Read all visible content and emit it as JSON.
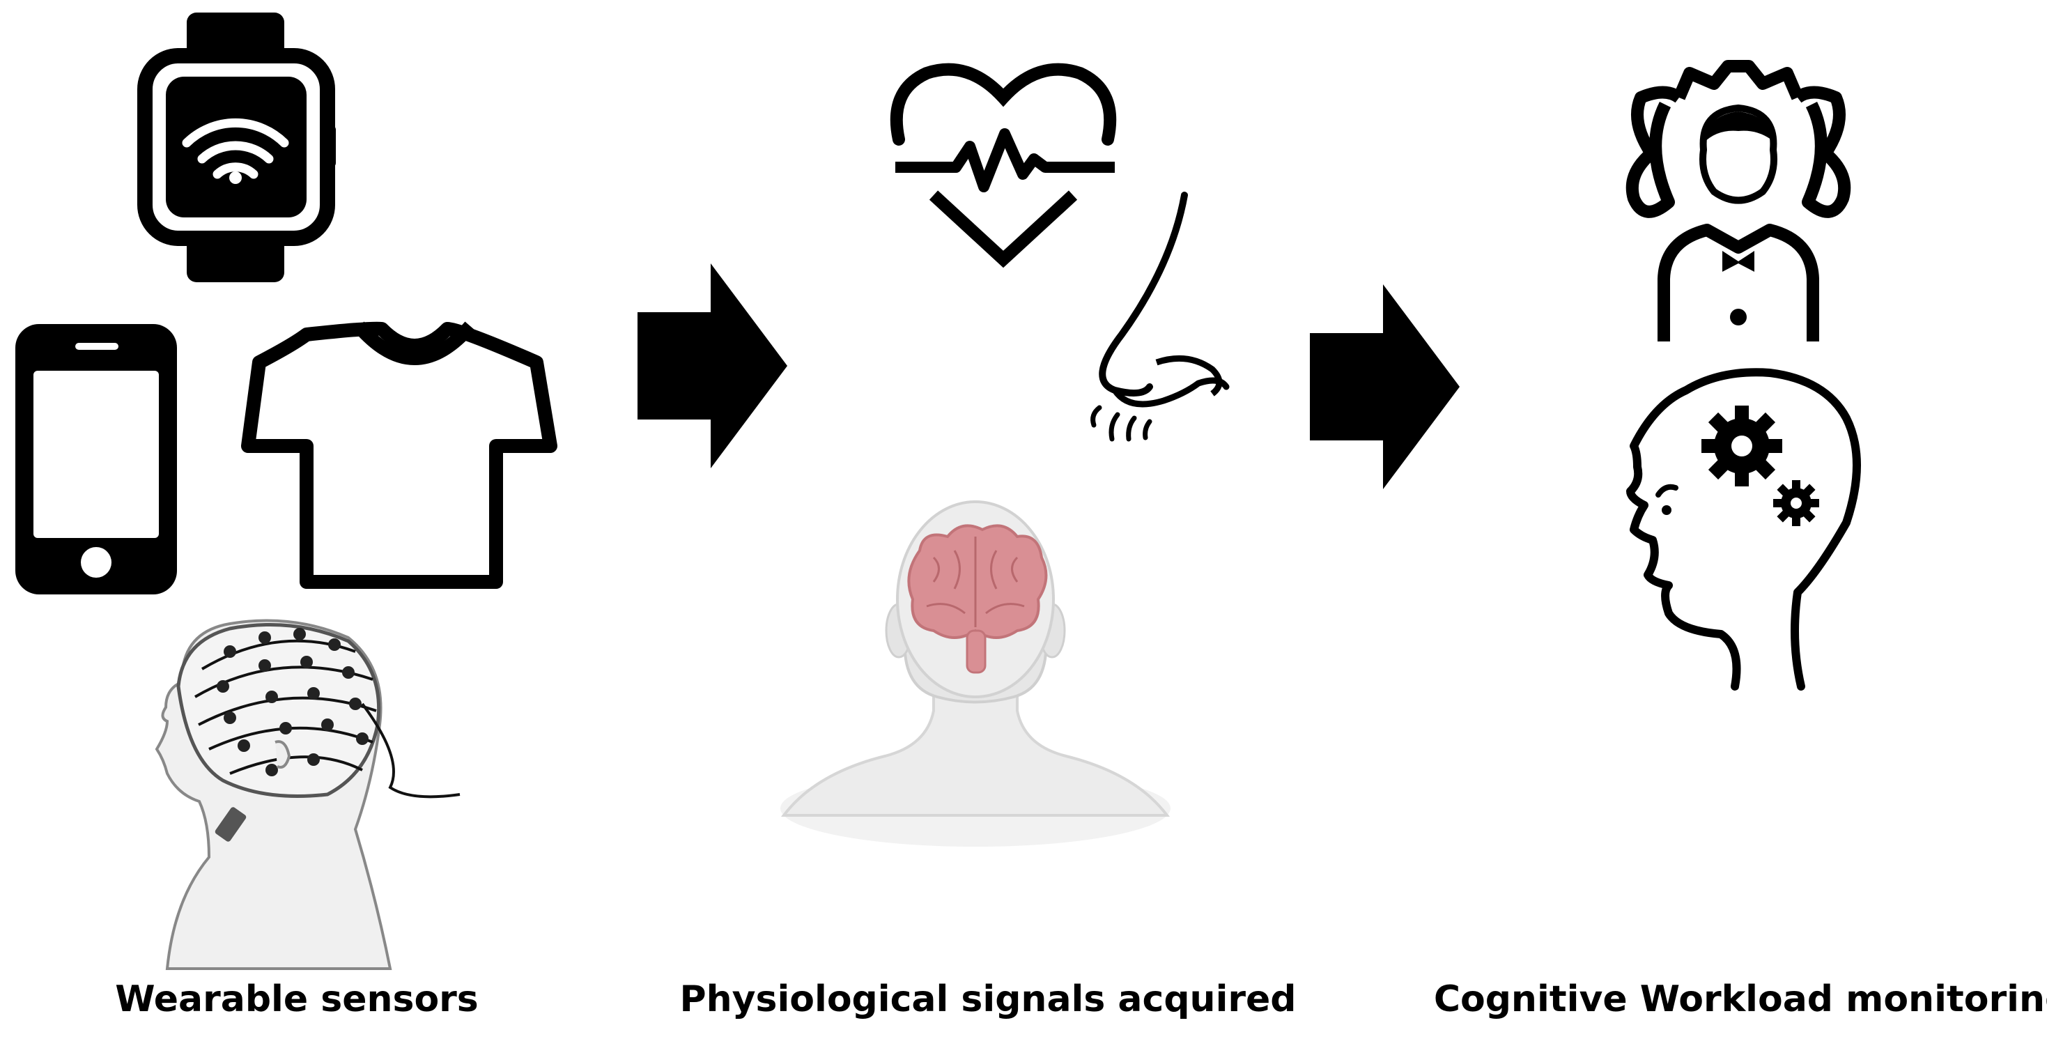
{
  "stages": [
    {
      "label": "Wearable sensors",
      "icons": [
        "smartwatch-wifi-icon",
        "smartphone-icon",
        "t-shirt-icon",
        "eeg-cap-head-icon"
      ]
    },
    {
      "label": "Physiological signals acquired",
      "icons": [
        "heart-rate-icon",
        "nose-breathing-icon",
        "brain-head-icon"
      ]
    },
    {
      "label": "Cognitive Workload monitoring",
      "icons": [
        "person-gear-icon",
        "head-gears-icon"
      ]
    }
  ],
  "arrows": [
    "flow-arrow-1",
    "flow-arrow-2"
  ],
  "colors": {
    "icon": "#000000",
    "brain": "#d98f94",
    "skin": "#e9e9e9"
  }
}
